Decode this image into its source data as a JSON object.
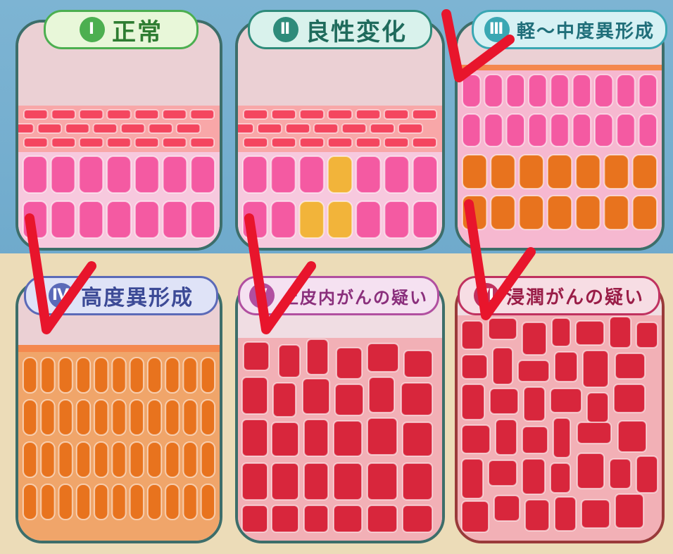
{
  "stages": [
    {
      "label": "正常",
      "numeral": "Ⅰ",
      "theme_color": "#4caf50",
      "text_color": "#2e7d32"
    },
    {
      "label": "良性変化",
      "numeral": "Ⅱ",
      "theme_color": "#2e8b7a",
      "text_color": "#1f6b5c"
    },
    {
      "label": "軽～中度異形成",
      "numeral": "Ⅲ",
      "theme_color": "#3aa7b3",
      "text_color": "#206f7a"
    },
    {
      "label": "高度異形成",
      "numeral": "Ⅳ",
      "theme_color": "#5b6ab8",
      "text_color": "#3c4a96"
    },
    {
      "label": "上皮内がんの疑い",
      "numeral": "Ⅴ",
      "theme_color": "#b14fa0",
      "text_color": "#8a2f7c"
    },
    {
      "label": "浸潤がんの疑い",
      "numeral": "Ⅵ",
      "theme_color": "#c0315f",
      "text_color": "#9a1d47"
    }
  ],
  "colors": {
    "normal_cell": "#f45aa2",
    "surface_cell": "#f4465f",
    "yellow_cell": "#f2b43a",
    "orange_cell": "#e8731e",
    "cancer_cell": "#d8263c",
    "arrow": "#e8152c"
  }
}
